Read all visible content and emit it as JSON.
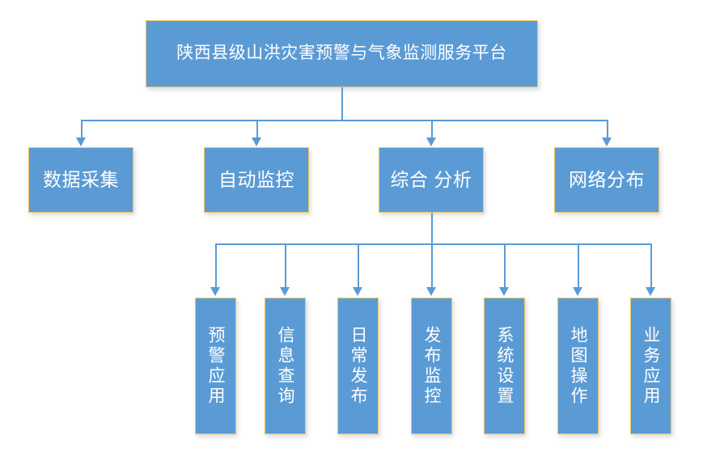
{
  "diagram": {
    "type": "organizational-hierarchy-chart",
    "accent_fill": "#5B9BD5",
    "accent_border": "#EFC75E",
    "text_color": "#FFFFFF",
    "background": "#FFFFFF",
    "root": {
      "label": "陕西县级山洪灾害预警与气象监测服务平台"
    },
    "level2": [
      {
        "label": "数据采集"
      },
      {
        "label": "自动监控"
      },
      {
        "label": "综合 分析"
      },
      {
        "label": "网络分布"
      }
    ],
    "level3_parent": "综合 分析",
    "level3": [
      {
        "label": "预警应用"
      },
      {
        "label": "信息查询"
      },
      {
        "label": "日常发布"
      },
      {
        "label": "发布监控"
      },
      {
        "label": "系统设置"
      },
      {
        "label": "地图操作"
      },
      {
        "label": "业务应用"
      }
    ]
  }
}
